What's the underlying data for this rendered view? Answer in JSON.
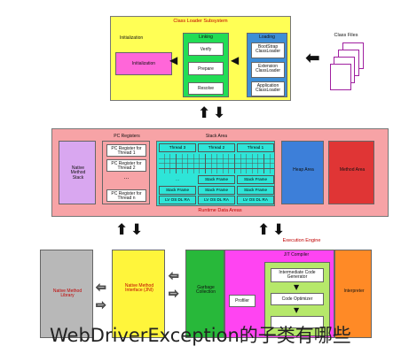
{
  "class_loader_subsystem": {
    "title": "Class Loader Subsystem",
    "initialization": {
      "title": "Initialization",
      "item": "Initialization"
    },
    "linking": {
      "title": "Linking",
      "items": [
        "Verify",
        "Prepare",
        "Resolve"
      ]
    },
    "loading": {
      "title": "Loading",
      "items": [
        "BootStrap ClassLoader",
        "Extension ClassLoader",
        "Application ClassLoader"
      ]
    }
  },
  "class_files": {
    "label": "Class Files"
  },
  "runtime_data_areas": {
    "title": "Runtime Data Areas",
    "native_method_stack": "Native Method Stack",
    "pc_registers": {
      "title": "PC Registers",
      "items": [
        "PC Register for Thread 1",
        "PC Register for Thread 2",
        "...",
        "PC Register for Thread n"
      ]
    },
    "stack_area": {
      "title": "Stack Area",
      "threads": [
        "Thread 3",
        "Thread 2",
        "Thread 1"
      ],
      "frame_label": "Stack Frame",
      "lv_label": "LV OS DL RA",
      "ellipsis": "..."
    },
    "heap_area": "Heap Area",
    "method_area": "Method Area"
  },
  "execution_engine": {
    "title": "Execution Engine",
    "garbage_collection": "Garbage Collection",
    "jit_compiler": {
      "title": "JIT Compiler",
      "items": [
        "Intermediate Code Generator",
        "Code Optimizer"
      ],
      "profiler": "Profiler"
    },
    "interpreter": "Interpreter"
  },
  "native_method_interface": "Native Method Interface (JNI)",
  "native_method_library": "Native Method Library",
  "caption": "WebDriverException的子类有哪些",
  "colors": {
    "class_loader_bg": "#ffff55",
    "init_bg": "#ff66d9",
    "linking_bg": "#22dd55",
    "loading_bg": "#3e8ed6",
    "runtime_bg": "#f7a3a6",
    "native_stack_bg": "#d9a7f0",
    "stack_bg": "#2ee5d8",
    "heap_bg": "#3d7fd9",
    "method_bg": "#e03535",
    "gc_bg": "#28b83a",
    "jit_outer_bg": "#ff44f2",
    "jit_inner_bg": "#b6e86a",
    "interpreter_bg": "#ff8a26",
    "jni_bg": "#fff53b",
    "native_lib_bg": "#b8b8b8"
  }
}
